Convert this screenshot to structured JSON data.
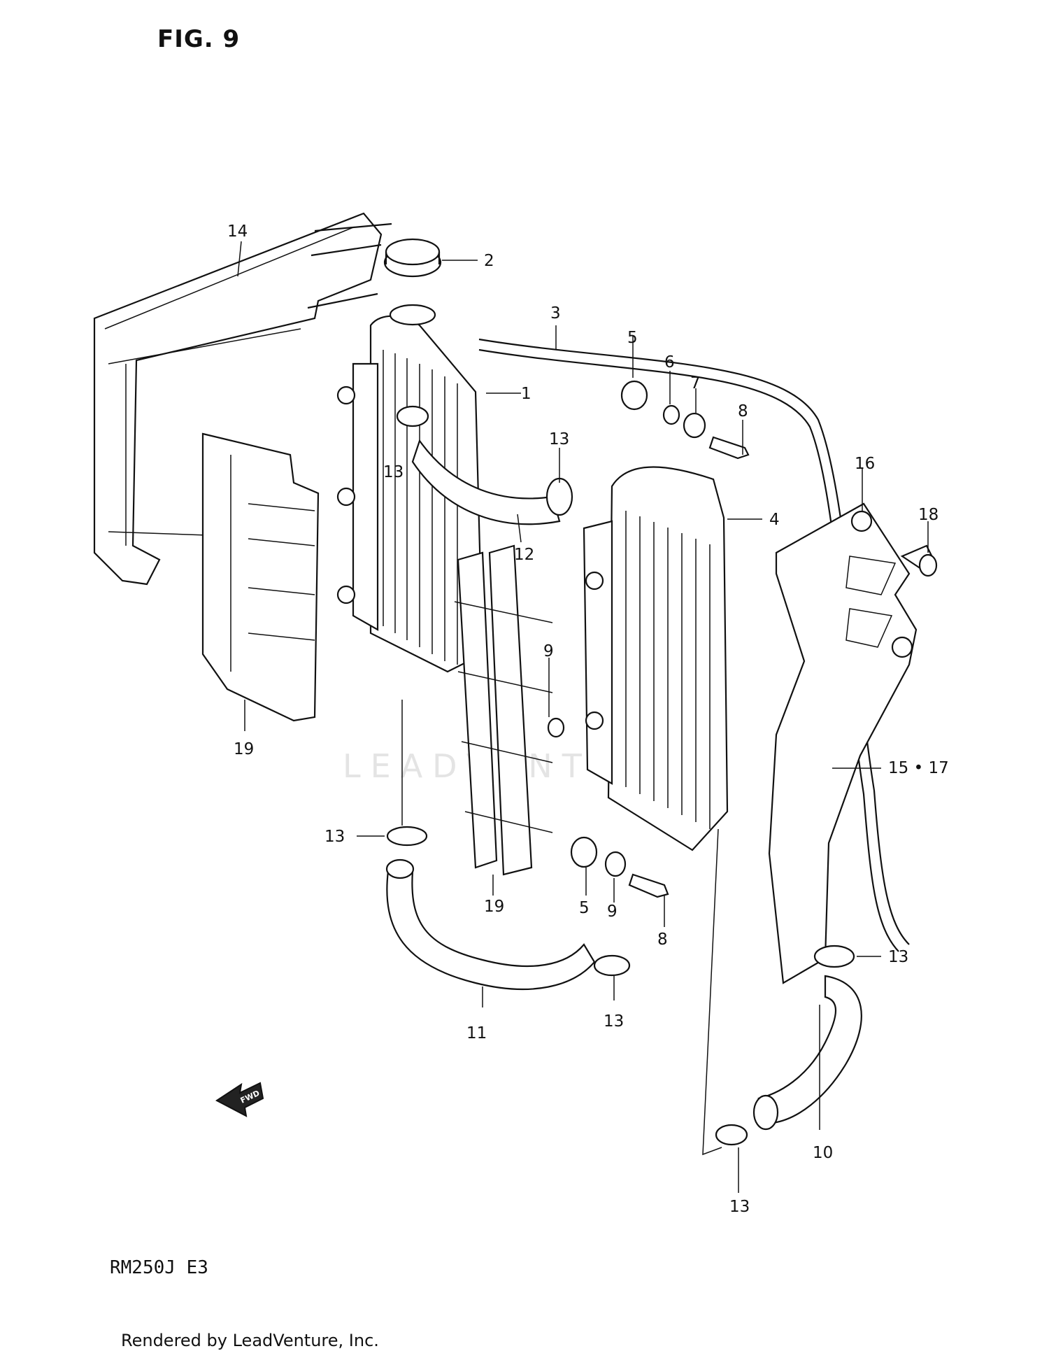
{
  "figure_title": "FIG. 9",
  "model_code": "RM250J  E3",
  "credit": "Rendered by LeadVenture, Inc.",
  "watermark": "LEADVENTURE",
  "fwd_label": "FWD",
  "callouts": {
    "c1": "1",
    "c2": "2",
    "c3": "3",
    "c4": "4",
    "c5a": "5",
    "c5b": "5",
    "c6": "6",
    "c7": "7",
    "c8a": "8",
    "c8b": "8",
    "c9a": "9",
    "c9b": "9",
    "c10": "10",
    "c11": "11",
    "c12": "12",
    "c13a": "13",
    "c13b": "13",
    "c13c": "13",
    "c13d": "13",
    "c13e": "13",
    "c13f": "13",
    "c14": "14",
    "c15_17": "15 • 17",
    "c16": "16",
    "c18": "18",
    "c19a": "19",
    "c19b": "19"
  }
}
